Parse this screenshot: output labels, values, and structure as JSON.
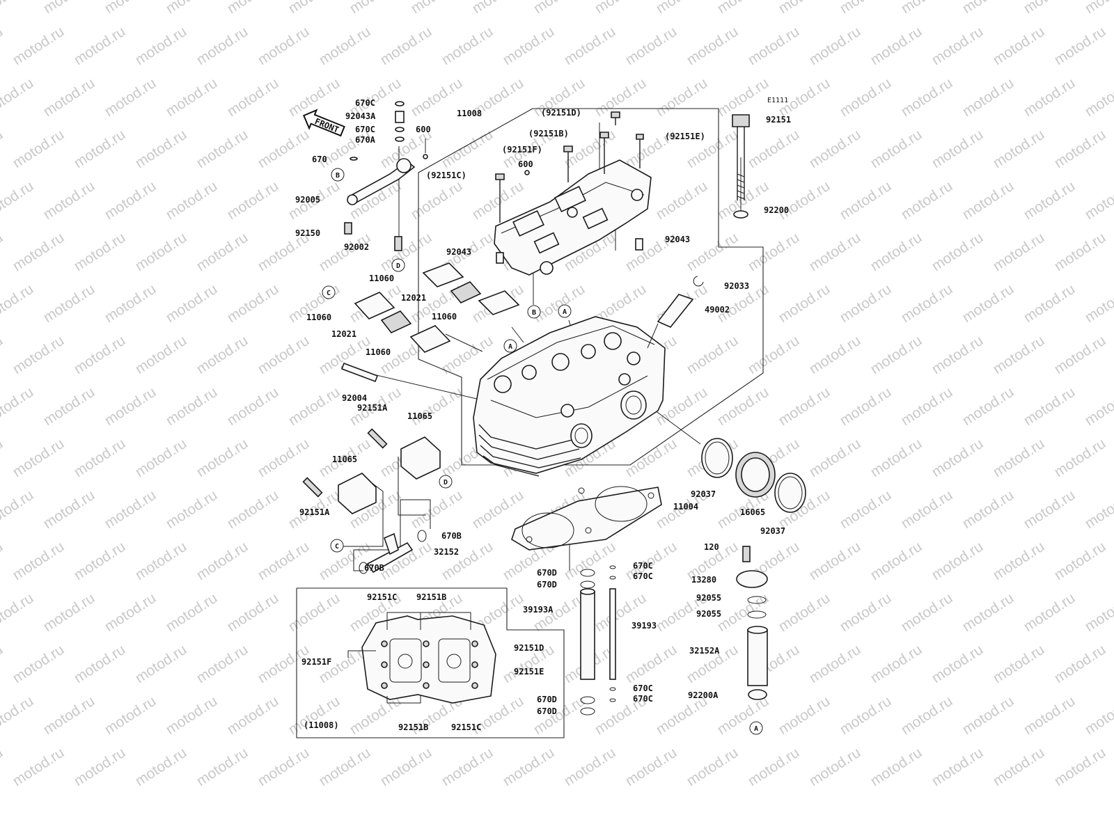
{
  "diagram_id": "E1111",
  "watermark": "motod.ru",
  "front_arrow": "FRONT",
  "labels": [
    {
      "id": "l1",
      "text": "670C"
    },
    {
      "id": "l2",
      "text": "92043A"
    },
    {
      "id": "l3",
      "text": "670C"
    },
    {
      "id": "l4",
      "text": "670A"
    },
    {
      "id": "l5",
      "text": "600"
    },
    {
      "id": "l6",
      "text": "11008"
    },
    {
      "id": "l7",
      "text": "(92151D)"
    },
    {
      "id": "l8",
      "text": "(92151B)"
    },
    {
      "id": "l9",
      "text": "(92151E)"
    },
    {
      "id": "l10",
      "text": "(92151F)"
    },
    {
      "id": "l11",
      "text": "670"
    },
    {
      "id": "l12",
      "text": "(92151C)"
    },
    {
      "id": "l13",
      "text": "600"
    },
    {
      "id": "l14",
      "text": "92005"
    },
    {
      "id": "l15",
      "text": "92150"
    },
    {
      "id": "l16",
      "text": "92002"
    },
    {
      "id": "l17",
      "text": "92043"
    },
    {
      "id": "l18",
      "text": "92043"
    },
    {
      "id": "l19",
      "text": "92151"
    },
    {
      "id": "l20",
      "text": "92200"
    },
    {
      "id": "l21",
      "text": "11060"
    },
    {
      "id": "l22",
      "text": "12021"
    },
    {
      "id": "l23",
      "text": "11060"
    },
    {
      "id": "l24",
      "text": "11060"
    },
    {
      "id": "l25",
      "text": "12021"
    },
    {
      "id": "l26",
      "text": "11060"
    },
    {
      "id": "l27",
      "text": "92033"
    },
    {
      "id": "l28",
      "text": "49002"
    },
    {
      "id": "l29",
      "text": "92004"
    },
    {
      "id": "l30",
      "text": "92151A"
    },
    {
      "id": "l31",
      "text": "11065"
    },
    {
      "id": "l32",
      "text": "11065"
    },
    {
      "id": "l33",
      "text": "92151A"
    },
    {
      "id": "l34",
      "text": "92037"
    },
    {
      "id": "l35",
      "text": "16065"
    },
    {
      "id": "l36",
      "text": "92037"
    },
    {
      "id": "l37",
      "text": "11004"
    },
    {
      "id": "l38",
      "text": "670B"
    },
    {
      "id": "l39",
      "text": "32152"
    },
    {
      "id": "l40",
      "text": "670B"
    },
    {
      "id": "l41",
      "text": "670D"
    },
    {
      "id": "l42",
      "text": "670D"
    },
    {
      "id": "l43",
      "text": "670C"
    },
    {
      "id": "l44",
      "text": "670C"
    },
    {
      "id": "l45",
      "text": "120"
    },
    {
      "id": "l46",
      "text": "13280"
    },
    {
      "id": "l47",
      "text": "92055"
    },
    {
      "id": "l48",
      "text": "92055"
    },
    {
      "id": "l49",
      "text": "39193A"
    },
    {
      "id": "l50",
      "text": "39193"
    },
    {
      "id": "l51",
      "text": "32152A"
    },
    {
      "id": "l52",
      "text": "670C"
    },
    {
      "id": "l53",
      "text": "670C"
    },
    {
      "id": "l54",
      "text": "670D"
    },
    {
      "id": "l55",
      "text": "670D"
    },
    {
      "id": "l56",
      "text": "92200A"
    },
    {
      "id": "l57",
      "text": "92151C"
    },
    {
      "id": "l58",
      "text": "92151B"
    },
    {
      "id": "l59",
      "text": "92151D"
    },
    {
      "id": "l60",
      "text": "92151F"
    },
    {
      "id": "l61",
      "text": "92151E"
    },
    {
      "id": "l62",
      "text": "92151B"
    },
    {
      "id": "l63",
      "text": "92151C"
    },
    {
      "id": "l64",
      "text": "(11008)"
    }
  ],
  "refs": [
    {
      "id": "r1",
      "text": "B"
    },
    {
      "id": "r2",
      "text": "B"
    },
    {
      "id": "r3",
      "text": "D"
    },
    {
      "id": "r4",
      "text": "C"
    },
    {
      "id": "r5",
      "text": "A"
    },
    {
      "id": "r6",
      "text": "A"
    },
    {
      "id": "r7",
      "text": "D"
    },
    {
      "id": "r8",
      "text": "C"
    },
    {
      "id": "r9",
      "text": "A"
    }
  ]
}
